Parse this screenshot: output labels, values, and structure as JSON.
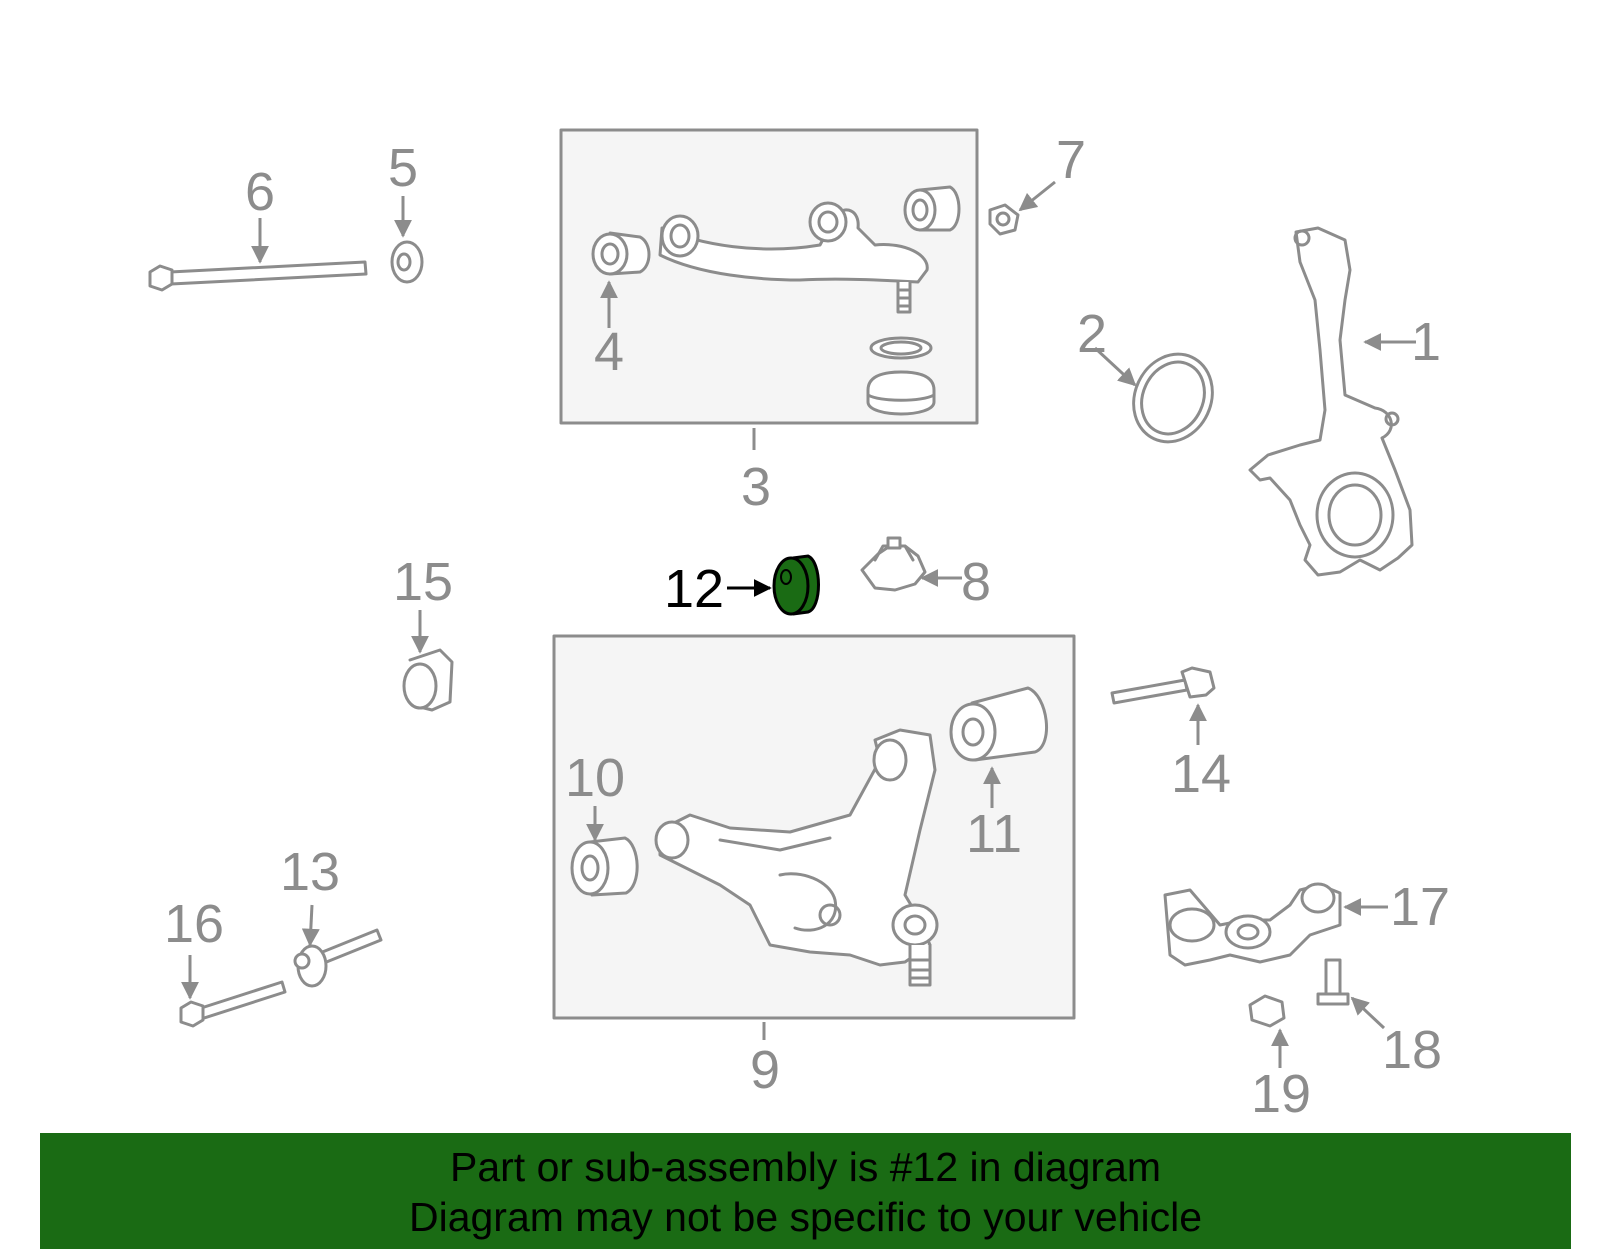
{
  "diagram": {
    "highlighted_part": "12",
    "colors": {
      "part_stroke": "#8c8c8c",
      "highlight_fill": "#1a6b14",
      "banner_bg": "#1a6b14",
      "box_fill": "#f5f5f5"
    },
    "callouts": [
      {
        "id": "1",
        "label": "1"
      },
      {
        "id": "2",
        "label": "2"
      },
      {
        "id": "3",
        "label": "3"
      },
      {
        "id": "4",
        "label": "4"
      },
      {
        "id": "5",
        "label": "5"
      },
      {
        "id": "6",
        "label": "6"
      },
      {
        "id": "7",
        "label": "7"
      },
      {
        "id": "8",
        "label": "8"
      },
      {
        "id": "9",
        "label": "9"
      },
      {
        "id": "10",
        "label": "10"
      },
      {
        "id": "11",
        "label": "11"
      },
      {
        "id": "12",
        "label": "12"
      },
      {
        "id": "13",
        "label": "13"
      },
      {
        "id": "14",
        "label": "14"
      },
      {
        "id": "15",
        "label": "15"
      },
      {
        "id": "16",
        "label": "16"
      },
      {
        "id": "17",
        "label": "17"
      },
      {
        "id": "18",
        "label": "18"
      },
      {
        "id": "19",
        "label": "19"
      }
    ]
  },
  "banner": {
    "line1": "Part or sub-assembly is #12 in diagram",
    "line2": "Diagram may not be specific to your vehicle"
  }
}
